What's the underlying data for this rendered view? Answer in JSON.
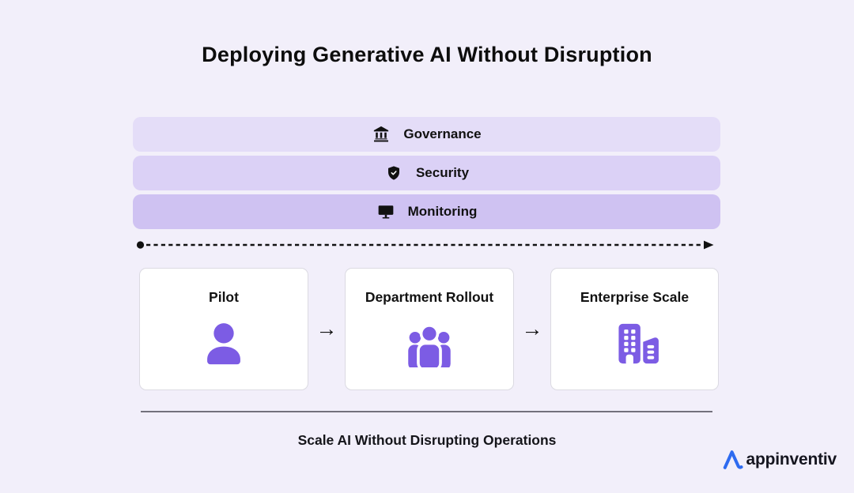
{
  "title": "Deploying Generative AI Without Disruption",
  "foundation_layers": [
    {
      "label": "Governance",
      "icon": "bank-icon",
      "bg_color": "#E4DDF8"
    },
    {
      "label": "Security",
      "icon": "shield-check-icon",
      "bg_color": "#DBD1F6"
    },
    {
      "label": "Monitoring",
      "icon": "monitor-icon",
      "bg_color": "#CFC2F2"
    }
  ],
  "timeline": {
    "style": "dashed-arrow-left-dot-right-arrowhead",
    "color": "#111111"
  },
  "stages": [
    {
      "label": "Pilot",
      "icon": "person-icon"
    },
    {
      "label": "Department Rollout",
      "icon": "people-group-icon"
    },
    {
      "label": "Enterprise Scale",
      "icon": "buildings-icon"
    }
  ],
  "stage_arrow": "→",
  "caption": "Scale AI Without Disrupting Operations",
  "brand": {
    "name": "appinventiv",
    "mark_color": "#2E6BF0"
  },
  "colors": {
    "background": "#F2EFFA",
    "accent_purple": "#7C5CE4",
    "card_bg": "#FFFFFF",
    "card_border": "#DBDAE2",
    "text": "#121212",
    "divider": "#73717C"
  }
}
